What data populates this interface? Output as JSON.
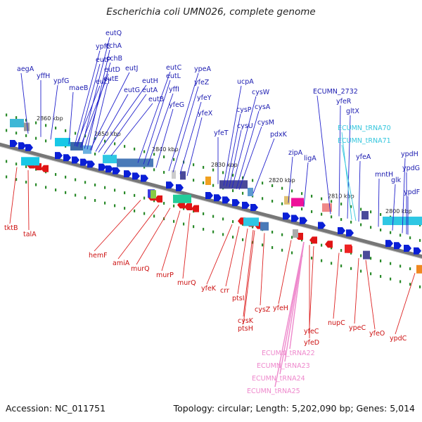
{
  "title": "Escherichia coli UMN026, complete genome",
  "footer": {
    "accession": "Accession: NC_011751",
    "summary": "Topology: circular; Length: 5,202,090 bp; Genes: 5,014"
  },
  "colors": {
    "plus_strand": "#0a1fd6",
    "minus_strand": "#e01515",
    "trna": "#33c6dd",
    "trna_minus": "#ee88cc",
    "backbone": "#777777",
    "ticks": "#2a8a2a"
  },
  "scale_ticks": [
    "2860 kbp",
    "2850 kbp",
    "2840 kbp",
    "2830 kbp",
    "2820 kbp",
    "2810 kbp",
    "2800 kbp"
  ],
  "top_labels": [
    "aegA",
    "yffH",
    "ypfG",
    "maeB",
    "ypfE",
    "eutQ",
    "cchA",
    "eutP",
    "cchB",
    "eutD",
    "eutJ",
    "eutT",
    "eutE",
    "eutG",
    "eutH",
    "eutA",
    "eutB",
    "eutC",
    "eutL",
    "yffI",
    "yfeG",
    "ypeA",
    "yfeZ",
    "yfeY",
    "yfeX",
    "yfeT",
    "ucpA",
    "cysP",
    "cysW",
    "cysU",
    "cysA",
    "cysM",
    "pdxK",
    "zipA",
    "ligA",
    "ECUMN_2732",
    "yfeR",
    "gltX",
    "ECUMN_tRNA70",
    "ECUMN_tRNA71",
    "yfeA",
    "mntH",
    "ypdH",
    "ypdG",
    "glk",
    "ypdF"
  ],
  "bottom_labels": [
    "tktB",
    "talA",
    "hemF",
    "amiA",
    "murQ",
    "murP",
    "murQ",
    "yfeK",
    "crr",
    "ptsI",
    "ptsH",
    "cysK",
    "cysZ",
    "yfeH",
    "yfeD",
    "yfeC",
    "nupC",
    "ypeC",
    "yfeO",
    "ypdC",
    "ECUMN_tRNA22",
    "ECUMN_tRNA23",
    "ECUMN_tRNA24",
    "ECUMN_tRNA25"
  ]
}
